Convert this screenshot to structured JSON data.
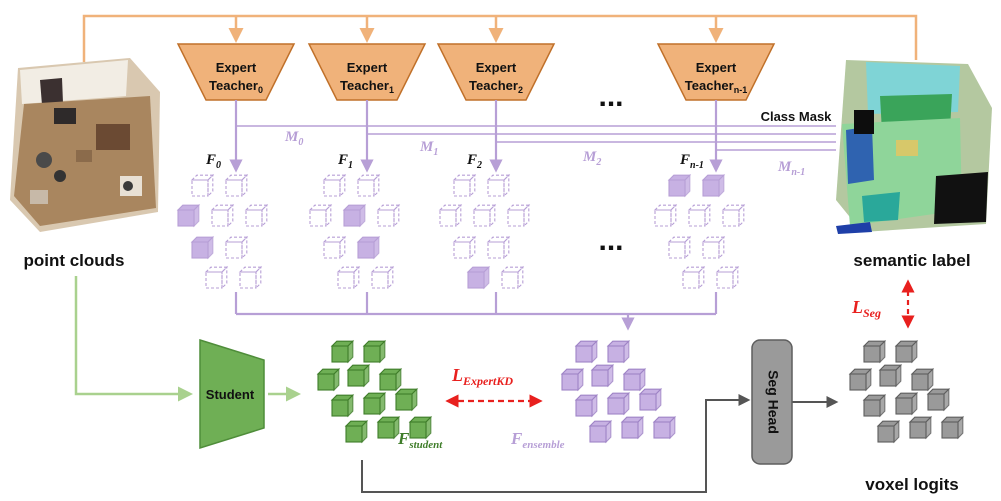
{
  "inputs": {
    "point_clouds_label": "point clouds",
    "semantic_label": "semantic label",
    "voxel_logits_label": "voxel logits"
  },
  "teachers": [
    {
      "name": "Expert",
      "line2": "Teacher",
      "sub": "0"
    },
    {
      "name": "Expert",
      "line2": "Teacher",
      "sub": "1"
    },
    {
      "name": "Expert",
      "line2": "Teacher",
      "sub": "2"
    },
    {
      "name": "Expert",
      "line2": "Teacher",
      "sub": "n-1"
    }
  ],
  "ellipsis": "...",
  "class_mask_label": "Class Mask",
  "masks": [
    {
      "letter": "M",
      "sub": "0"
    },
    {
      "letter": "M",
      "sub": "1"
    },
    {
      "letter": "M",
      "sub": "2"
    },
    {
      "letter": "M",
      "sub": "n-1"
    }
  ],
  "features": [
    {
      "letter": "F",
      "sub": "0"
    },
    {
      "letter": "F",
      "sub": "1"
    },
    {
      "letter": "F",
      "sub": "2"
    },
    {
      "letter": "F",
      "sub": "n-1"
    }
  ],
  "student_label": "Student",
  "seg_head_label": "Seg Head",
  "f_student": {
    "letter": "F",
    "sub": "student"
  },
  "f_ensemble": {
    "letter": "F",
    "sub": "ensemble"
  },
  "loss_expertkd": {
    "letter": "L",
    "sub": "ExpertKD"
  },
  "loss_seg": {
    "letter": "L",
    "sub": "Seg"
  },
  "colors": {
    "orange": "#F0B27A",
    "orange_stroke": "#C0712A",
    "purple": "#B79FD6",
    "purple_fill": "#C7B1E3",
    "green": "#6FAF55",
    "green_line": "#A9D18E",
    "gray": "#8E8E8E",
    "red": "#E8201E",
    "dark": "#555555"
  }
}
